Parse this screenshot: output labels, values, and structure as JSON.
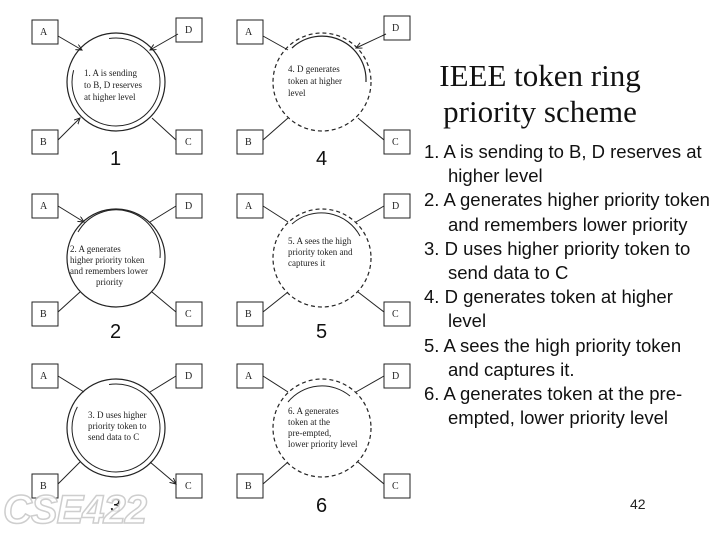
{
  "title": "IEEE token ring priority scheme",
  "steps": [
    "1. A is sending to B, D reserves at higher level",
    "2. A generates higher priority token and remembers lower priority",
    "3. D uses higher priority token to send data to C",
    "4. D generates token at higher level",
    "5. A sees the high priority token and captures it.",
    "6. A generates token at the pre-empted, lower priority level"
  ],
  "slide_number": "42",
  "logo_text": "CSE422",
  "panels": [
    {
      "number": "1",
      "nodes": {
        "a": "A",
        "d": "D",
        "b": "B",
        "c": "C"
      },
      "note": [
        "1. A is sending",
        "to B, D reserves",
        "at higher level"
      ]
    },
    {
      "number": "4",
      "nodes": {
        "a": "A",
        "d": "D",
        "b": "B",
        "c": "C"
      },
      "note": [
        "4. D generates",
        "token at higher",
        "level"
      ]
    },
    {
      "number": "2",
      "nodes": {
        "a": "A",
        "d": "D",
        "b": "B",
        "c": "C"
      },
      "note": [
        "2. A generates",
        "higher priority token",
        "and remembers lower",
        "priority"
      ]
    },
    {
      "number": "5",
      "nodes": {
        "a": "A",
        "d": "D",
        "b": "B",
        "c": "C"
      },
      "note": [
        "5. A sees the high",
        "priority token and",
        "captures it"
      ]
    },
    {
      "number": "3",
      "nodes": {
        "a": "A",
        "d": "D",
        "b": "B",
        "c": "C"
      },
      "note": [
        "3. D uses higher",
        "priority token to",
        "send data to C"
      ]
    },
    {
      "number": "6",
      "nodes": {
        "a": "A",
        "d": "D",
        "b": "B",
        "c": "C"
      },
      "note": [
        "6. A generates",
        "token at the",
        "pre-empted,",
        "lower priority level"
      ]
    }
  ]
}
